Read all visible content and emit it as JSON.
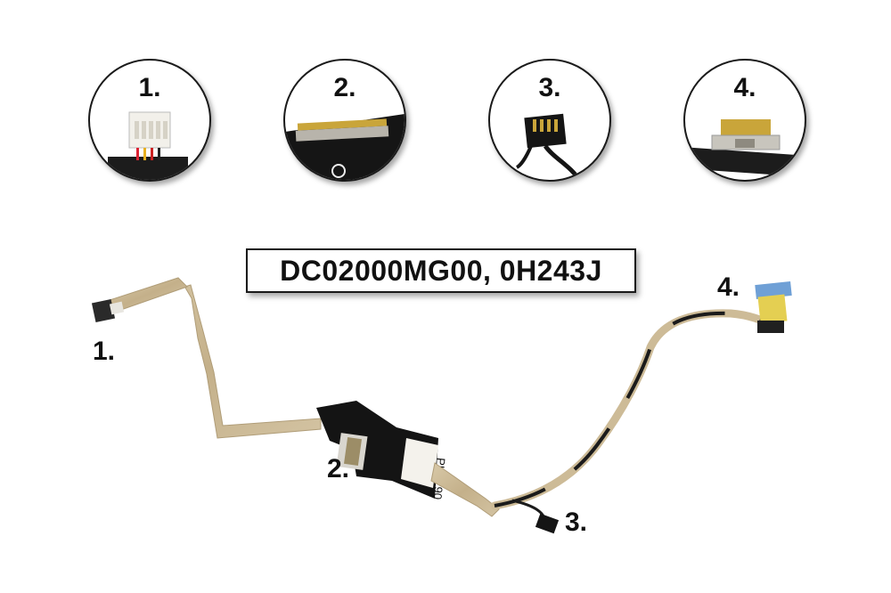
{
  "connector_views": [
    {
      "number": "1."
    },
    {
      "number": "2."
    },
    {
      "number": "3."
    },
    {
      "number": "4."
    }
  ],
  "part_numbers": "DC02000MG00, 0H243J",
  "cable_markers": {
    "m1": "1.",
    "m2": "2.",
    "m3": "3.",
    "m4": "4."
  },
  "cable_print": "PU2290",
  "colors": {
    "ribbon": "#cdbb97",
    "tape_black": "#141414",
    "connector_white": "#f2f0ea",
    "connector_gold": "#c9a53a",
    "wire_black": "#1b1b1b",
    "sticker_blue": "#6fa0d6"
  }
}
